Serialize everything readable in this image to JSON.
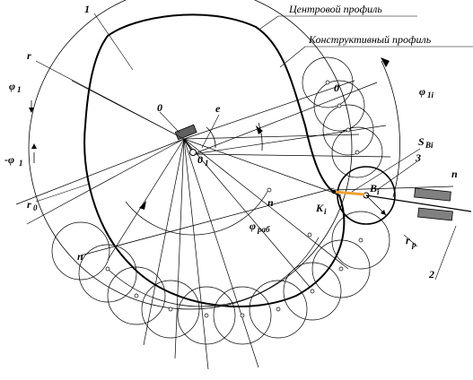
{
  "title_center_profile": "Центровой профиль",
  "title_constructive_profile": "Конструктивный профиль",
  "labels": {
    "one": "1",
    "two": "2",
    "three": "3",
    "r": "r",
    "r0": "r",
    "r0_sub": "0",
    "rp": "r",
    "rp_sub": "р",
    "e": "e",
    "zero": "0",
    "zero_b": "0",
    "o1": "0",
    "o1_sub": "1",
    "phi1_down": "φ",
    "phi1_down_sub": "1",
    "phi1_up": "-φ",
    "phi1_up_sub": "1",
    "phi1i": "φ",
    "phi1i_sub": "1i",
    "phi_rab": "φ",
    "phi_rab_sub": "раб",
    "sbi": "S",
    "sbi_sub": "Bi",
    "bi": "B",
    "bi_sub": "i",
    "ki": "K",
    "ki_sub": "i",
    "n_left": "n",
    "n_mid": "n",
    "n_right": "n"
  },
  "colors": {
    "stroke": "#000000",
    "accent": "#f0a030",
    "follower": "#808080"
  }
}
